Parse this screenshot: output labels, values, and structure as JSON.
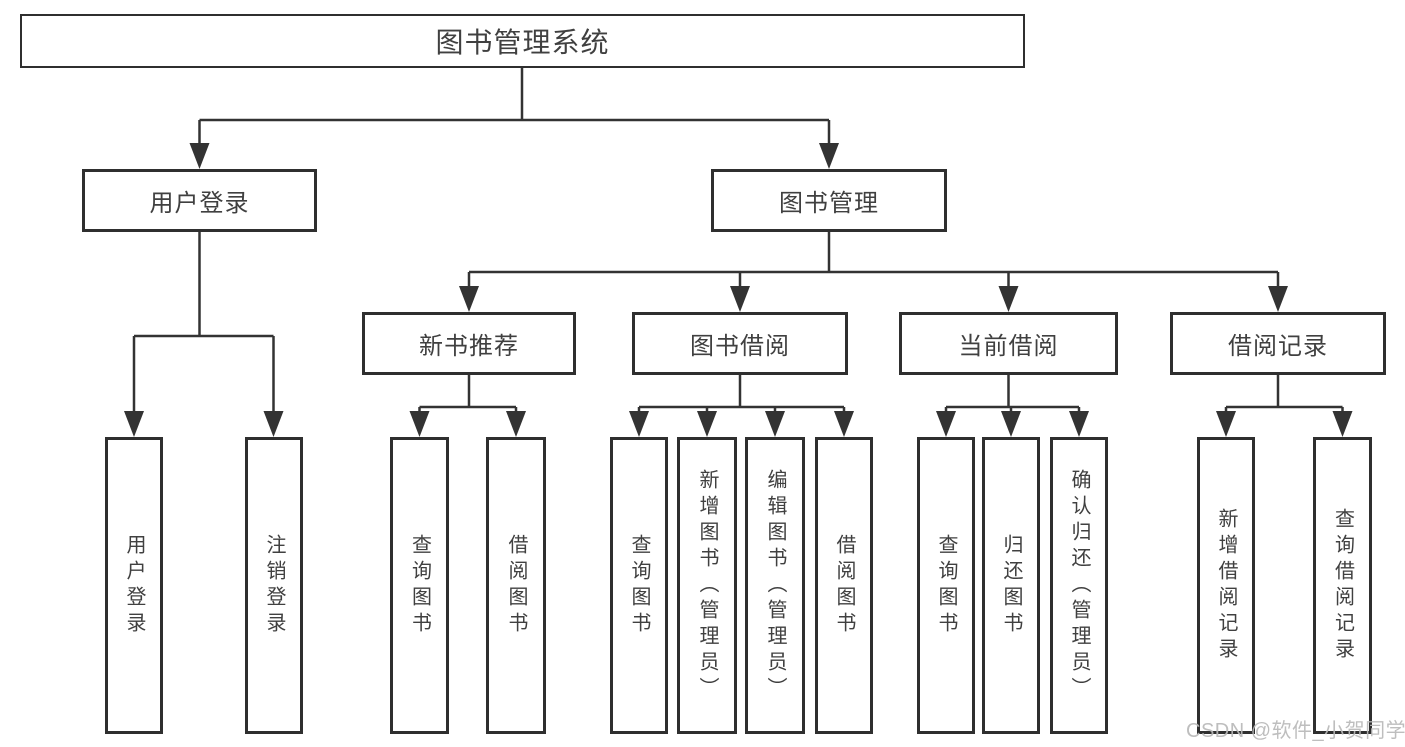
{
  "diagram": {
    "root": {
      "label": "图书管理系统"
    },
    "level2": [
      {
        "label": "用户登录"
      },
      {
        "label": "图书管理"
      }
    ],
    "level3": [
      {
        "label": "新书推荐"
      },
      {
        "label": "图书借阅"
      },
      {
        "label": "当前借阅"
      },
      {
        "label": "借阅记录"
      }
    ],
    "leaves": {
      "login": [
        "用户登录",
        "注销登录"
      ],
      "new_book": [
        "查询图书",
        "借阅图书"
      ],
      "book_borrow": [
        "查询图书",
        "新增图书（管理员）",
        "编辑图书（管理员）",
        "借阅图书"
      ],
      "current_borrow": [
        "查询图书",
        "归还图书",
        "确认归还（管理员）"
      ],
      "borrow_records": [
        "新增借阅记录",
        "查询借阅记录"
      ]
    }
  },
  "watermark": {
    "text": "CSDN @软件_小贺同学"
  },
  "colors": {
    "line": "#333333",
    "box_border": "#2f2f2f",
    "text": "#404040",
    "watermark": "#b9b9b9",
    "background": "#ffffff"
  }
}
